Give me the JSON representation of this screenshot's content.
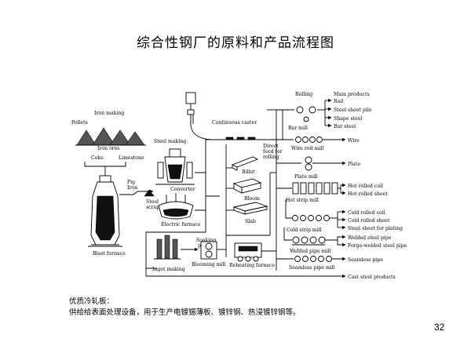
{
  "slide": {
    "title": "综合性钢厂的原料和产品流程图",
    "notes": [
      "优质冷轧板：",
      "供给给表面处理设备，用于生产电镀锡薄板、镀锌钢、热浸镀锌钢等。"
    ],
    "page_number": "32"
  },
  "diagram": {
    "iron_making": "Iron making",
    "pellets": "Pellets",
    "iron_ores": "Iron ores",
    "coke": "Coke",
    "limestone": "Limestone",
    "blast_furnace": "Blast furnace",
    "pig_iron": [
      "Pig",
      "Iron"
    ],
    "steel_making": "Steel making",
    "converter": "Converter",
    "steel_scrap": [
      "Steel",
      "scrap"
    ],
    "electric_furnace": "Electric furnace",
    "continuous_caster": "Continuous caster",
    "direct_feed": [
      "Direct",
      "feed for",
      "rolling"
    ],
    "billet": "Billet",
    "bloom": "Bloom",
    "slab": "Slab",
    "soaking_pit": [
      "Soaking",
      "pit"
    ],
    "ingot_making": "Ingot making",
    "blooming_mill": "Blooming mill",
    "reheating_furnace": "Reheating furnace",
    "rolling": "Rolling",
    "main_products_header": "Main products",
    "bar_mill": "Bar mill",
    "wire_rod_mill": "Wire rod mill",
    "plate_mill": "Plate mill",
    "hot_strip_mill": "Hot strip mill",
    "cold_strip_mill": "Cold strip mill",
    "welded_pipe_mill": "Welded pipe mill",
    "seamless_pipe_mill": "Seamless pipe mill",
    "products": {
      "rail": "Rail",
      "sheet_pile": "Steel sheet pile",
      "shape_steel": "Shape steel",
      "bar_steel": "Bar steel",
      "wire": "Wire",
      "plate": "Plate",
      "hot_coil": "Hot rolled coil",
      "hot_sheet": "Hot rolled sheet",
      "cold_coil": "Cold rolled coil",
      "cold_sheet": "Cold rolled sheet",
      "plating_sheet": "Steel sheet for plating",
      "welded_pipe": "Welded steel pipe",
      "forge_welded_pipe": "Forge-welded steel pipe",
      "seamless_pipe": "Seamless pipe",
      "cast_steel": "Cast steel products"
    }
  }
}
